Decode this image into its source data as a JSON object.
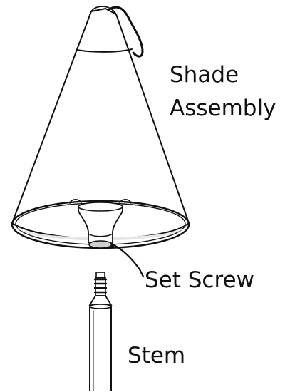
{
  "labels": {
    "shade_assembly_line1": "Shade",
    "shade_assembly_line2": "Assembly",
    "set_screw": "Set Screw",
    "stem": "Stem"
  },
  "colors": {
    "line": "#111111",
    "background": "#ffffff",
    "shade_fill": "#ffffff",
    "shadow": "#e6e6e6"
  }
}
